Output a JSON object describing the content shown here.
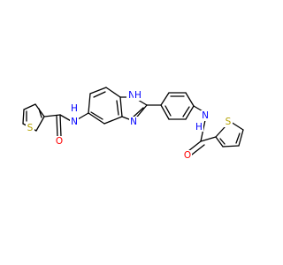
{
  "molecule": {
    "atom_labels": {
      "s_left": "S",
      "o_left": "O",
      "n_left_amide": "N",
      "h_left_amide": "H",
      "n_imidazole_nh": "N",
      "h_imidazole_nh": "H",
      "n_imidazole": "N",
      "n_right_amide": "N",
      "h_right_amide": "H",
      "o_right": "O",
      "s_right": "S"
    },
    "colors": {
      "bond": "#000000",
      "sulfur": "#b3a100",
      "oxygen": "#ff0000",
      "nitrogen": "#0000ff"
    }
  }
}
